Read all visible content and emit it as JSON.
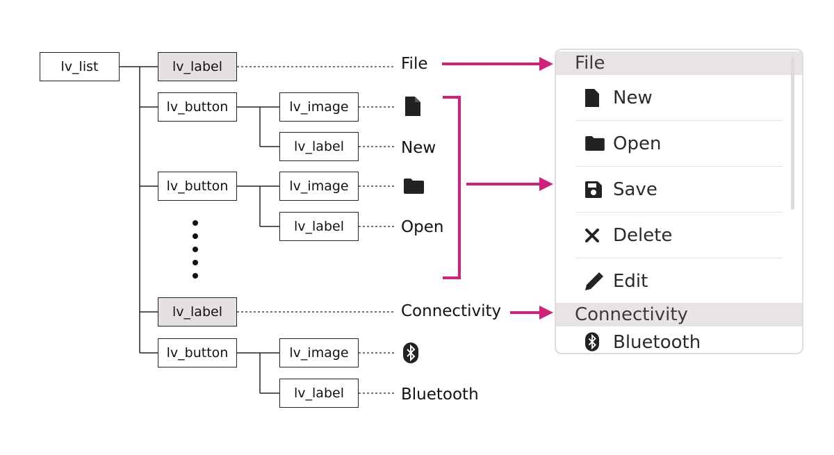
{
  "tree": {
    "root": "lv_list",
    "nodes": {
      "label_file": "lv_label",
      "button_new": "lv_button",
      "image_new": "lv_image",
      "label_new": "lv_label",
      "button_open": "lv_button",
      "image_open": "lv_image",
      "label_open": "lv_label",
      "label_conn": "lv_label",
      "button_bt": "lv_button",
      "image_bt": "lv_image",
      "label_bt": "lv_label"
    }
  },
  "targets": {
    "file": "File",
    "new": "New",
    "open": "Open",
    "connectivity": "Connectivity",
    "bluetooth": "Bluetooth"
  },
  "icons": {
    "new": "file-icon",
    "open": "folder-icon",
    "save": "save-icon",
    "delete": "close-icon",
    "edit": "pencil-icon",
    "bluetooth": "bluetooth-icon"
  },
  "list": {
    "sections": [
      "File",
      "Connectivity"
    ],
    "items": [
      {
        "label": "New",
        "icon": "file-icon"
      },
      {
        "label": "Open",
        "icon": "folder-icon"
      },
      {
        "label": "Save",
        "icon": "save-icon"
      },
      {
        "label": "Delete",
        "icon": "close-icon"
      },
      {
        "label": "Edit",
        "icon": "pencil-icon"
      },
      {
        "label": "Bluetooth",
        "icon": "bluetooth-icon"
      }
    ]
  },
  "colors": {
    "arrow": "#d0207a",
    "label_box_fill": "#e6dfe3",
    "section_fill": "#e9e3e7"
  }
}
